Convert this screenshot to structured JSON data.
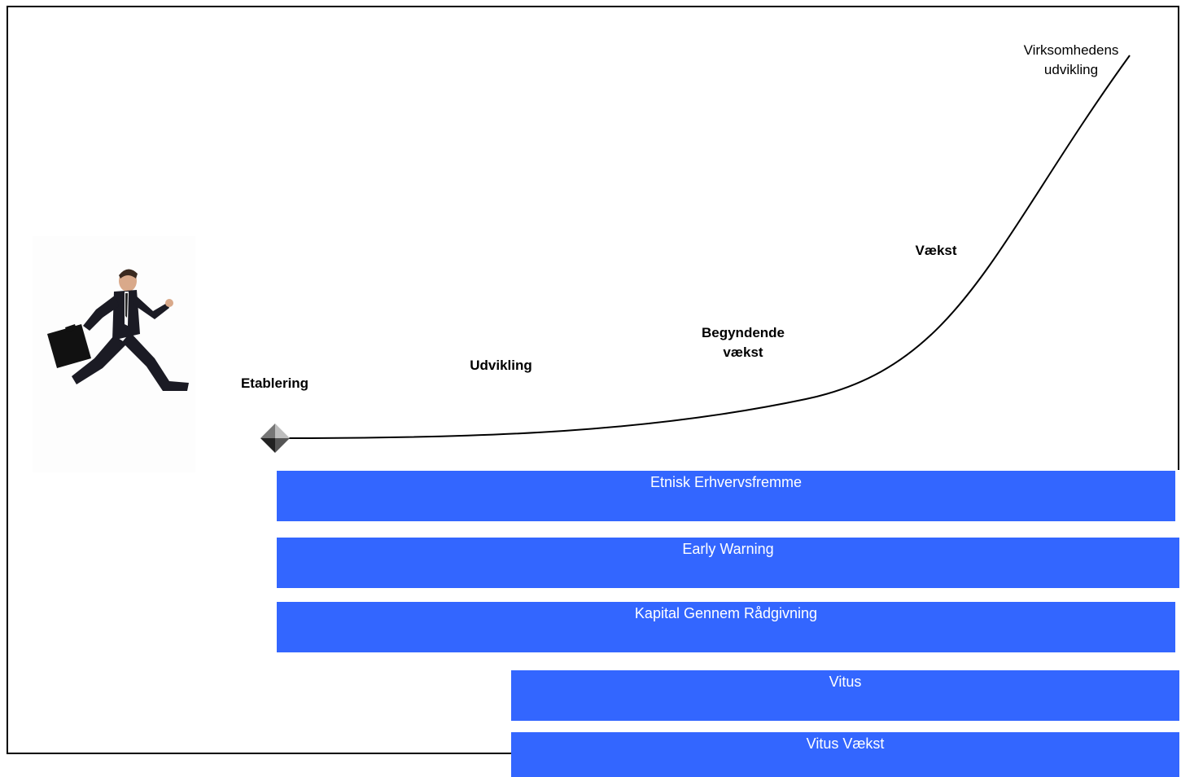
{
  "axis_label": "Virksomhedens\nudvikling",
  "stages": {
    "etablering": "Etablering",
    "udvikling": "Udvikling",
    "begyndende": "Begyndende\nvækst",
    "vaekst": "Vækst"
  },
  "programs": [
    "Etnisk Erhvervsfremme",
    "Early Warning",
    "Kapital Gennem Rådgivning",
    "Vitus",
    "Vitus  Vækst"
  ],
  "colors": {
    "bar": "#3366ff",
    "bar_text": "#ffffff"
  }
}
